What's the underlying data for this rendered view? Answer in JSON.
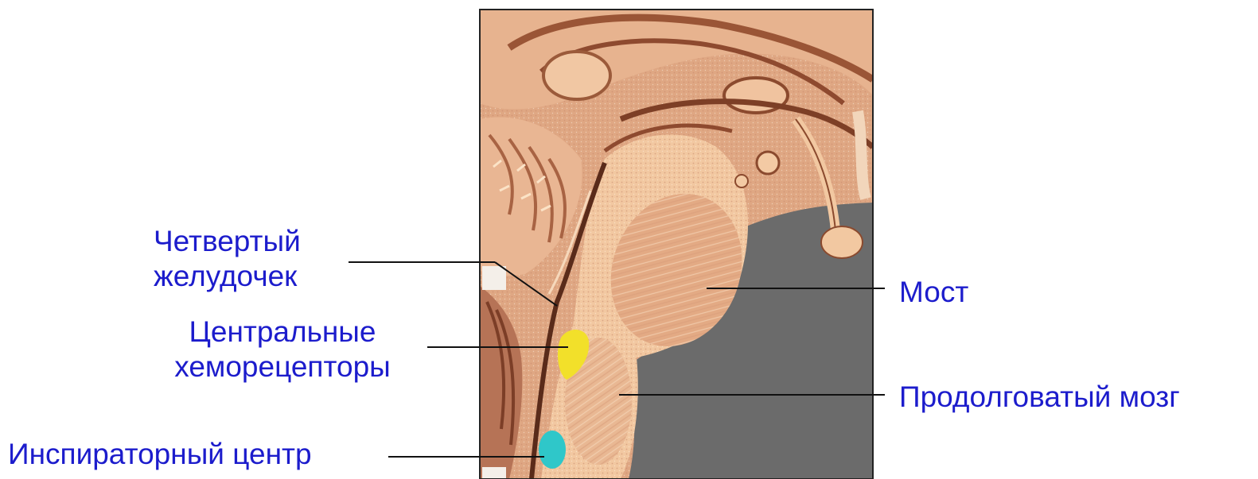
{
  "labels": {
    "fourth_ventricle": [
      "Четвертый",
      "желудочек"
    ],
    "central_chemoreceptors": [
      "Центральные",
      "хеморецепторы"
    ],
    "inspiratory_center": "Инспираторный центр",
    "pons": "Мост",
    "medulla": "Продолговатый мозг"
  },
  "colors": {
    "label_text": "#1c1ccc",
    "leader_line": "#111111",
    "background_gray": "#6b6b6b",
    "tissue_light": "#f0c9a2",
    "tissue_mid": "#e2a982",
    "tissue_dark": "#a05a3c",
    "chemoreceptor_yellow": "#f2e02a",
    "inspiratory_cyan": "#2fc7c9"
  }
}
